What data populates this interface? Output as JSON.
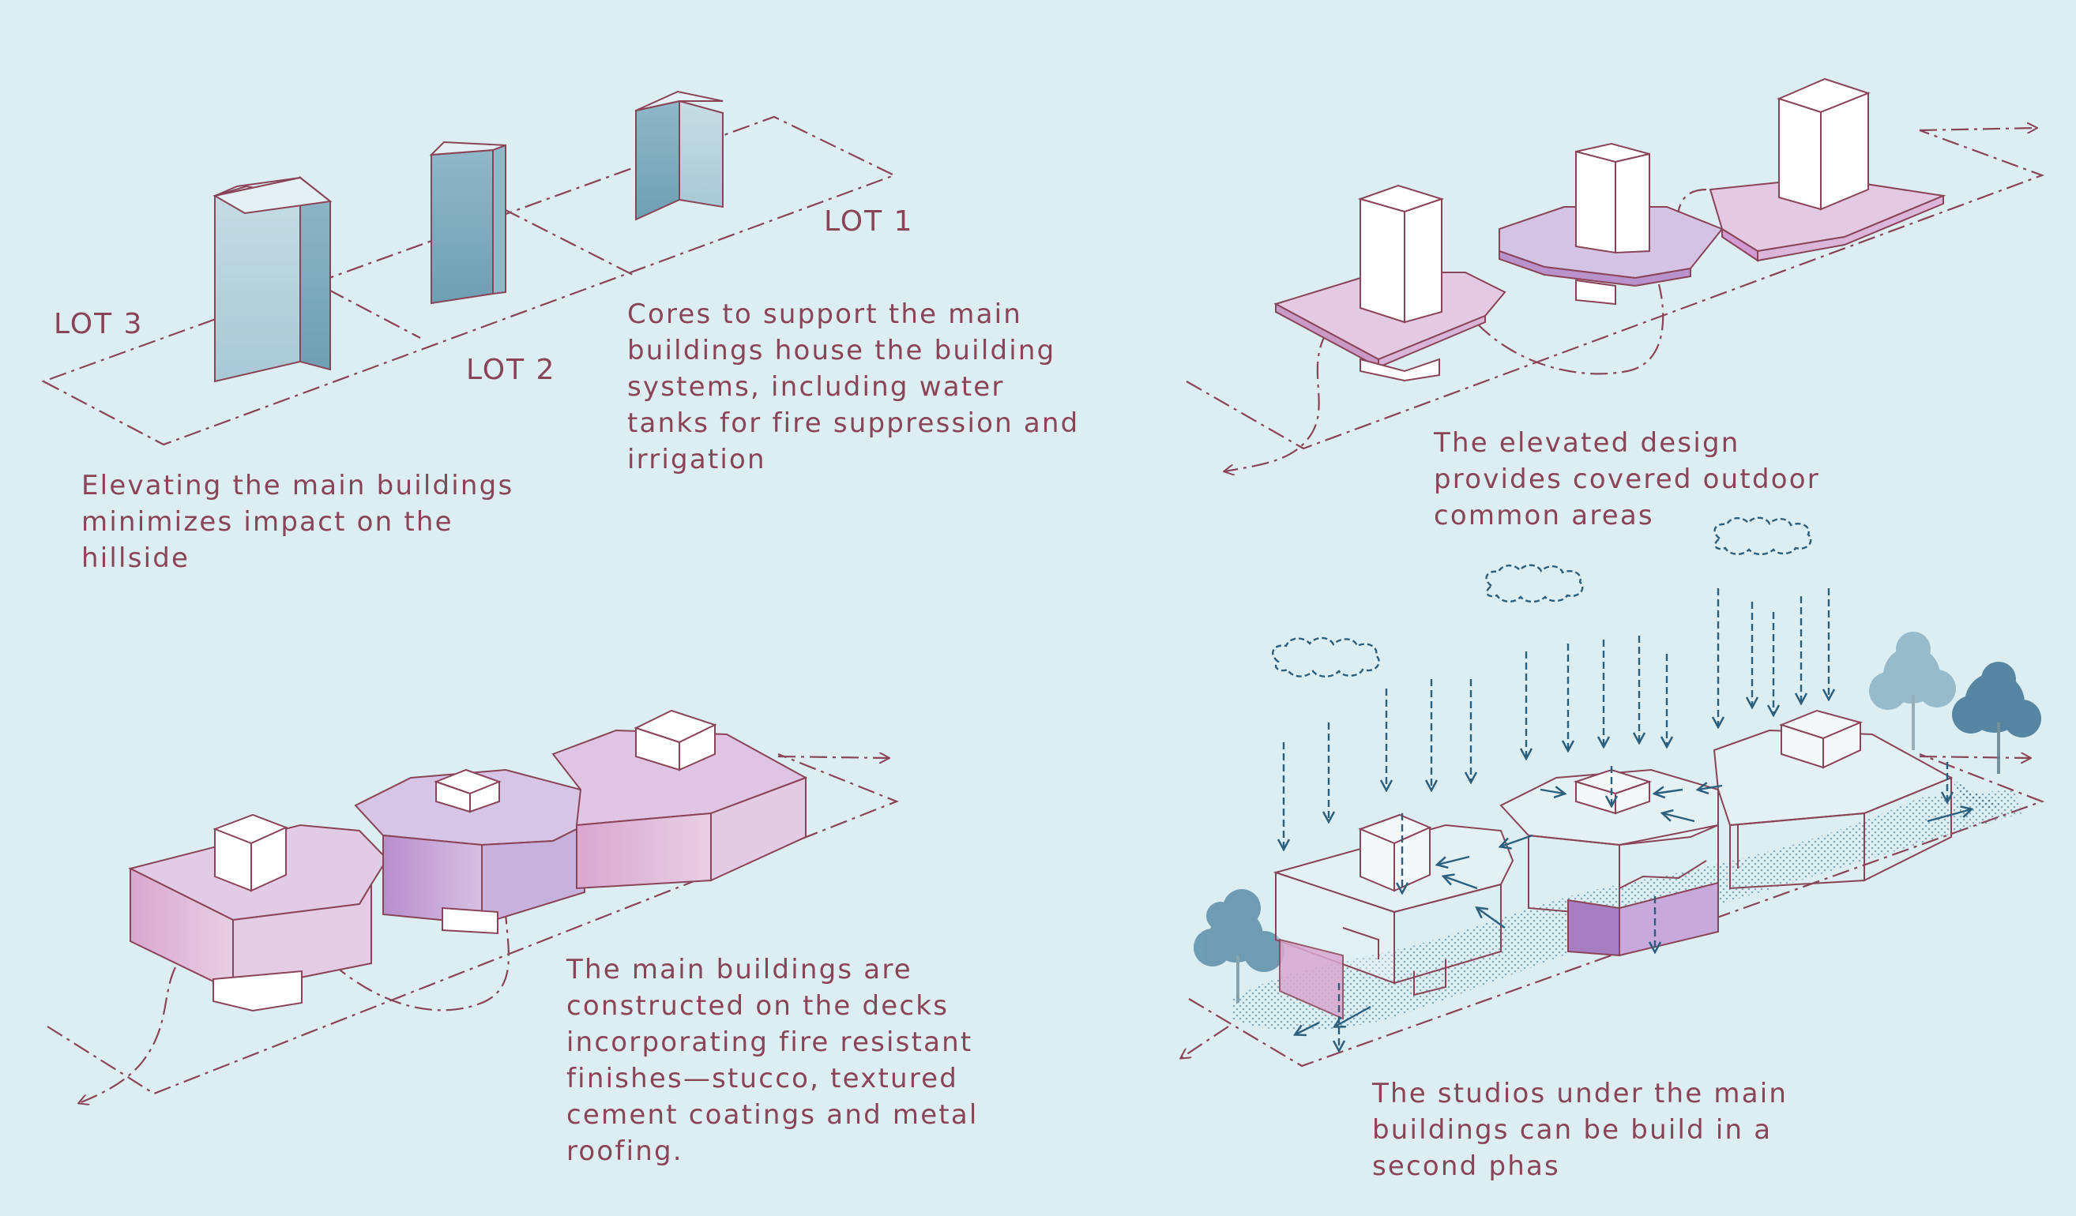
{
  "panels": {
    "cores": {
      "lots": [
        "LOT 1",
        "LOT 2",
        "LOT 3"
      ],
      "caption_left": "Elevating the main buildings\nminimizes impact on the\nhillside",
      "caption_right": "Cores to support the main\nbuildings house the building\nsystems, including water\ntanks for fire suppression and\nirrigation"
    },
    "elevated": {
      "caption": "The elevated design\nprovides covered outdoor\ncommon areas"
    },
    "decks": {
      "caption": "The main buildings are\nconstructed on the decks\nincorporating fire resistant\nfinishes—stucco, textured\ncement coatings and metal\nroofing."
    },
    "studios": {
      "caption": "The studios under the main\nbuildings can be build in a\nsecond phas"
    }
  },
  "colors": {
    "background": "#ddeef2",
    "line": "#8a4458",
    "core_fill": "#a9cdd8",
    "deck_fill": "#e4c9e2",
    "deck_dark": "#c8a1d2",
    "arrow": "#2b5f7e"
  }
}
